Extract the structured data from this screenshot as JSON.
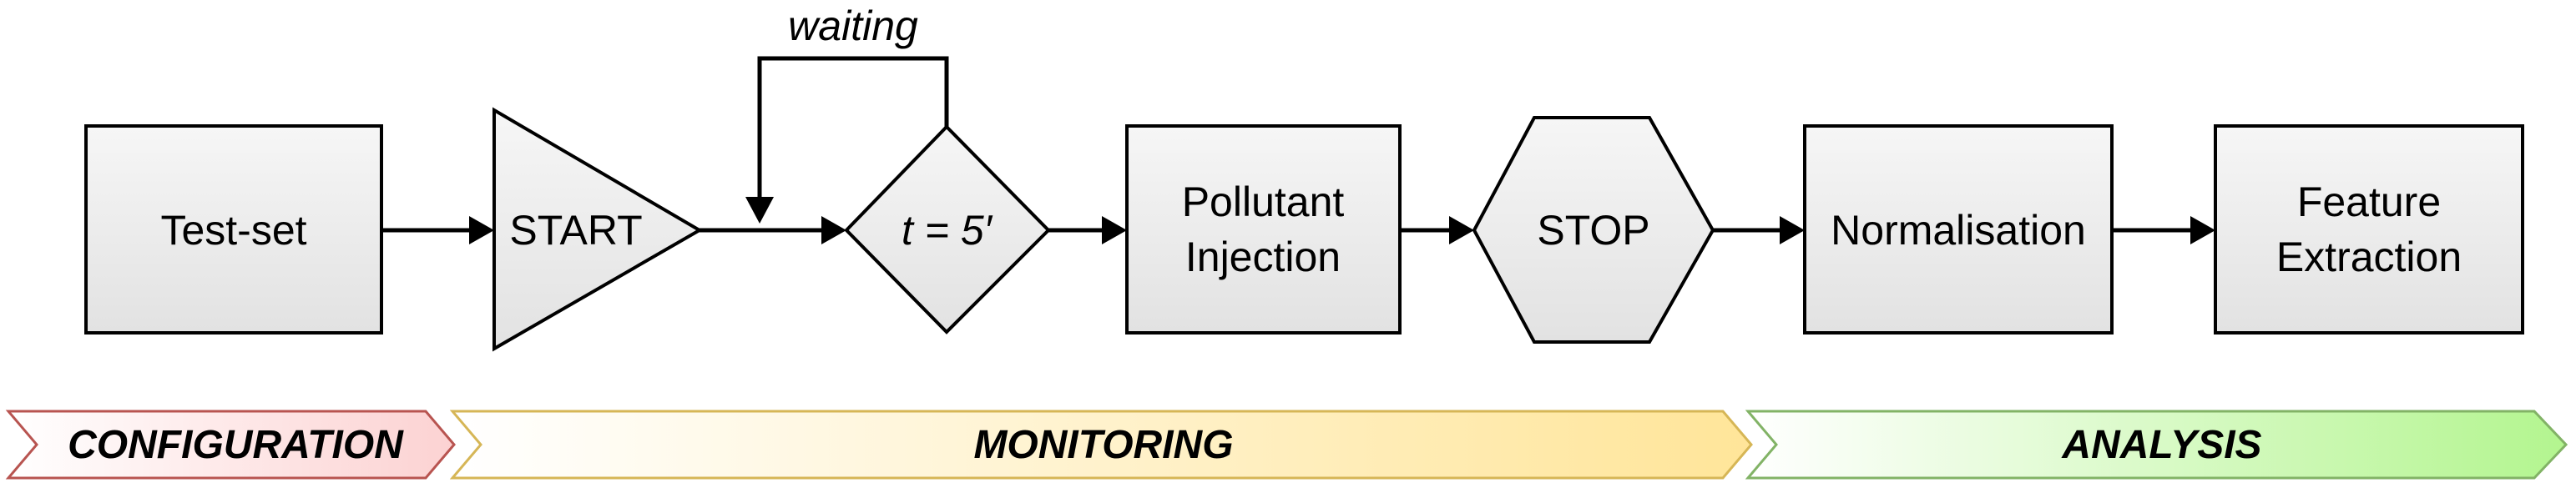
{
  "nodes": {
    "test_set": {
      "label": "Test-set"
    },
    "start": {
      "label": "START"
    },
    "decision": {
      "label": "t = 5′"
    },
    "pollutant": {
      "line1": "Pollutant",
      "line2": "Injection"
    },
    "stop": {
      "label": "STOP"
    },
    "normalisation": {
      "label": "Normalisation"
    },
    "feature": {
      "line1": "Feature",
      "line2": "Extraction"
    }
  },
  "loop": {
    "label": "waiting"
  },
  "phases": {
    "configuration": {
      "label": "CONFIGURATION",
      "fill": "#fcd2d2",
      "stroke": "#b85450"
    },
    "monitoring": {
      "label": "MONITORING",
      "fill": "#ffe599",
      "stroke": "#d6b656"
    },
    "analysis": {
      "label": "ANALYSIS",
      "fill": "#b3f58f",
      "stroke": "#82b366"
    }
  },
  "colors": {
    "node_fill_top": "#f6f6f6",
    "node_fill_bottom": "#e2e2e2",
    "stroke": "#000000"
  }
}
